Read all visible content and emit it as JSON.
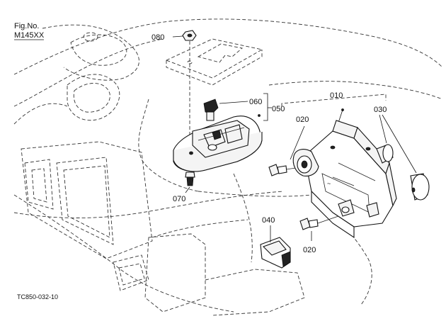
{
  "header": {
    "fig_label": "Fig.No.",
    "fig_number": "M145XX"
  },
  "footer": {
    "drawing_code": "TC850-032-10"
  },
  "callouts": {
    "c010": "010",
    "c020a": "020",
    "c020b": "020",
    "c030": "030",
    "c040": "040",
    "c050": "050",
    "c060": "060",
    "c070": "070",
    "c080": "080"
  }
}
